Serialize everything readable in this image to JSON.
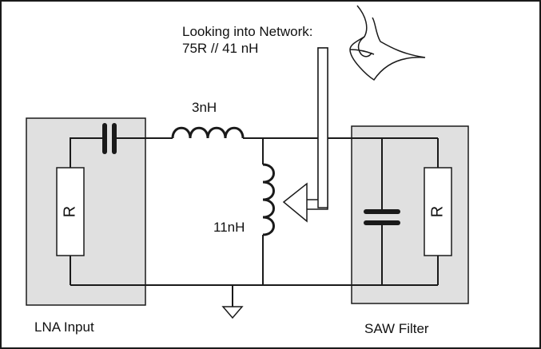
{
  "labels": {
    "looking_line1": "Looking into Network:",
    "looking_line2": "75R // 41 nH",
    "inductor_series": "3nH",
    "inductor_shunt": "11nH",
    "resistor_left": "R",
    "resistor_right": "R",
    "block_left": "LNA Input",
    "block_right": "SAW Filter"
  },
  "colors": {
    "block_fill": "#e0e0e0",
    "line": "#1a1a1a",
    "background": "#ffffff"
  },
  "icons": {
    "ear": "ear-icon",
    "probe": "probe-arrow-icon",
    "ground": "ground-symbol-icon"
  }
}
